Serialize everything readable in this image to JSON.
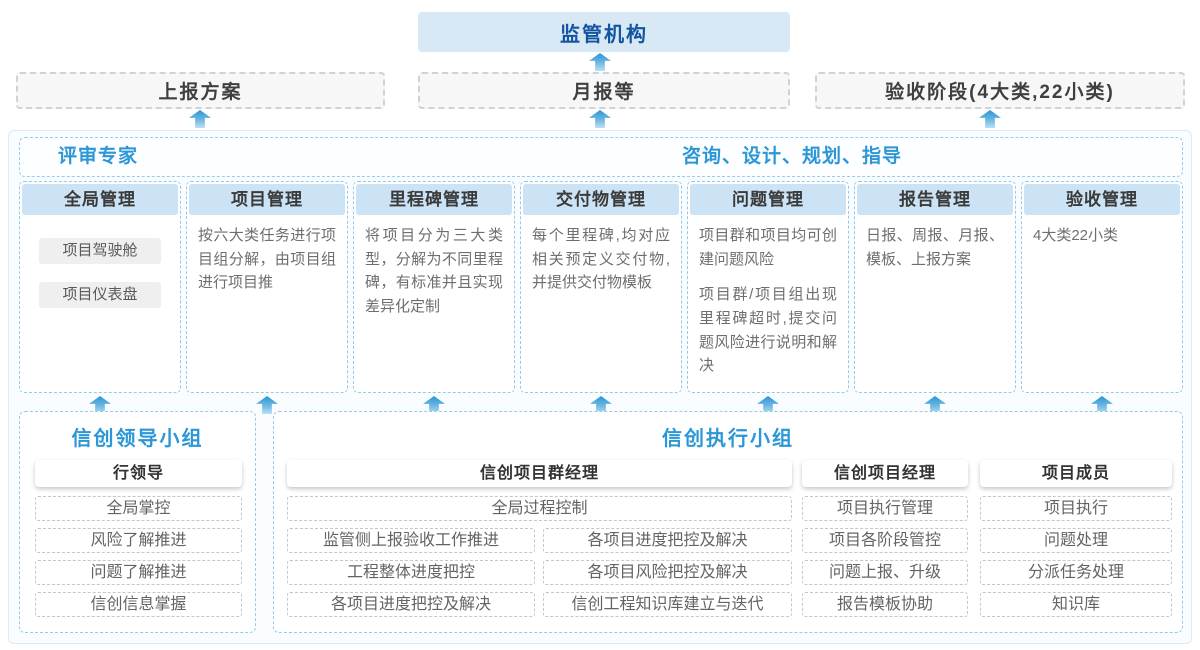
{
  "colors": {
    "accent_blue": "#2b97d6",
    "dark_blue": "#1356a0",
    "module_header_fill": "#cbe3f4",
    "regulator_fill": "#d9e8f5",
    "arrow_blue": "#2b95d3"
  },
  "top_chain": {
    "regulator": "监管机构",
    "reports": [
      "上报方案",
      "月报等",
      "验收阶段(4大类,22小类)"
    ]
  },
  "advisors": {
    "left": "评审专家",
    "right": "咨询、设计、规划、指导"
  },
  "modules": [
    {
      "title": "全局管理",
      "chips": [
        "项目驾驶舱",
        "项目仪表盘"
      ]
    },
    {
      "title": "项目管理",
      "paras": [
        "按六大类任务进行项目组分解，由项目组进行项目推"
      ]
    },
    {
      "title": "里程碑管理",
      "paras": [
        "将项目分为三大类型，分解为不同里程碑，有标准并且实现差异化定制"
      ]
    },
    {
      "title": "交付物管理",
      "paras": [
        "每个里程碑,均对应相关预定义交付物,并提供交付物模板"
      ]
    },
    {
      "title": "问题管理",
      "paras": [
        "项目群和项目均可创建问题风险",
        "项目群/项目组出现里程碑超时,提交问题风险进行说明和解决"
      ]
    },
    {
      "title": "报告管理",
      "paras": [
        "日报、周报、月报、模板、上报方案"
      ]
    },
    {
      "title": "验收管理",
      "paras": [
        "4大类22小类"
      ]
    }
  ],
  "leader_group": {
    "title": "信创领导小组",
    "role": "行领导",
    "items": [
      "全局掌控",
      "风险了解推进",
      "问题了解推进",
      "信创信息掌握"
    ]
  },
  "executor_group": {
    "title": "信创执行小组",
    "program_manager": {
      "role": "信创项目群经理",
      "top_item": "全局过程控制",
      "left_items": [
        "监管侧上报验收工作推进",
        "工程整体进度把控",
        "各项目进度把控及解决"
      ],
      "right_items": [
        "各项目进度把控及解决",
        "各项目风险把控及解决",
        "信创工程知识库建立与迭代"
      ]
    },
    "project_manager": {
      "role": "信创项目经理",
      "items": [
        "项目执行管理",
        "项目各阶段管控",
        "问题上报、升级",
        "报告模板协助"
      ]
    },
    "member": {
      "role": "项目成员",
      "items": [
        "项目执行",
        "问题处理",
        "分派任务处理",
        "知识库"
      ]
    }
  }
}
